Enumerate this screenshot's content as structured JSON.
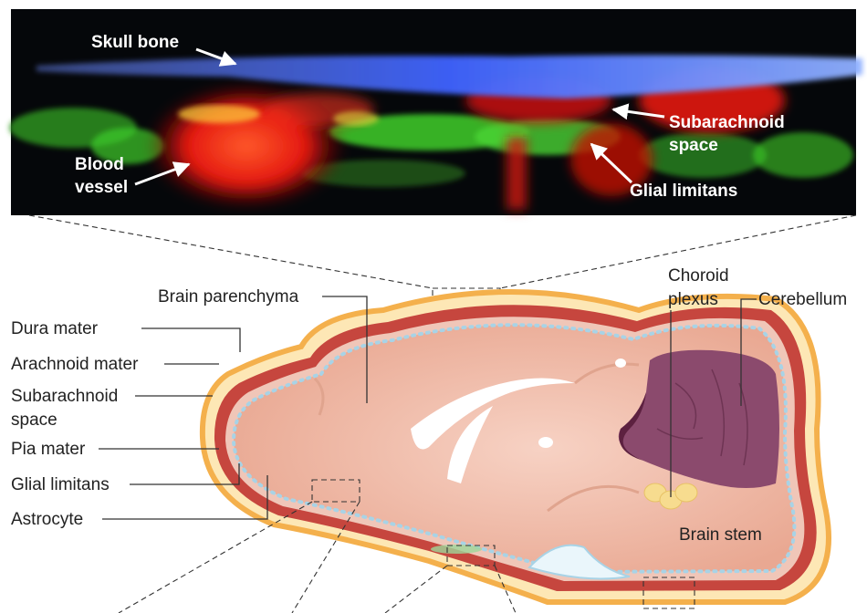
{
  "micrograph": {
    "labels": {
      "skull_bone": "Skull bone",
      "subarachnoid_space_line1": "Subarachnoid",
      "subarachnoid_space_line2": "space",
      "blood_vessel_line1": "Blood",
      "blood_vessel_line2": "vessel",
      "glial_limitans": "Glial limitans"
    }
  },
  "diagram": {
    "labels": {
      "brain_parenchyma": "Brain parenchyma",
      "dura_mater": "Dura mater",
      "arachnoid_mater": "Arachnoid mater",
      "subarachnoid_space_line1": "Subarachnoid",
      "subarachnoid_space_line2": "space",
      "pia_mater": "Pia mater",
      "glial_limitans": "Glial limitans",
      "astrocyte": "Astrocyte",
      "choroid_plexus_line1": "Choroid",
      "choroid_plexus_line2": "plexus",
      "cerebellum": "Cerebellum",
      "brain_stem": "Brain stem"
    }
  },
  "colors": {
    "micrograph_background": "#05070a",
    "skull_bone_blue": "#3f63ff",
    "blood_vessel_red": "#e3160f",
    "glia_green": "#3fcf2a",
    "dura_orange": "#f6c26a",
    "arachnoid_red": "#c6463e",
    "parenchyma_pink": "#f2bca9",
    "cerebellum_purple": "#8b4a6d",
    "pia_blue": "#a8d3e6",
    "choroid_yellow": "#f7dc8f"
  }
}
